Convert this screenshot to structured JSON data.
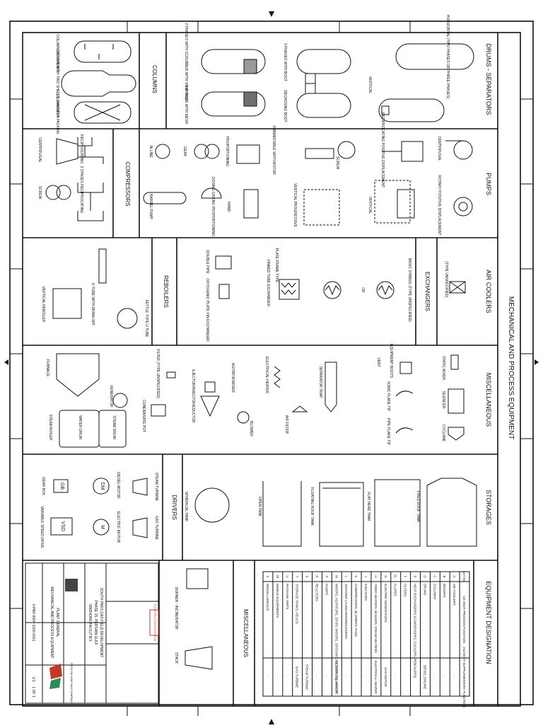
{
  "title": "MECHANICAL AND PROCESS EQUIPMENT",
  "sections": {
    "drums": {
      "title": "DRUMS - SEPARATORS",
      "labels": [
        "HORIZONTAL (TWO PHASES OR THREE PHASES)",
        "VERTICAL",
        "3 PHASES WITH BOOT",
        "DEGASSING BOOT",
        "2 PHASES WITH SCRUBBER WITH VANE PACK",
        "2 PHASES WITH MESH"
      ]
    },
    "columns": {
      "title": "COLUMNS",
      "labels": [
        "COLUMN WITH TRAYS",
        "COLUMN WITH TWO SHELLS DIAMETER",
        "COLUMN WITH PACKING"
      ]
    },
    "pumps": {
      "title": "PUMPS",
      "labels": [
        "CENTRIFUGAL",
        "ROTARY POSITIVE DISPLACEMENT",
        "RECIPROCATING POSITIVE DISPLACEMENT",
        "VERTICAL",
        "SCREW",
        "VERTICAL PROGRESSIVE",
        "SUBMERSIBLE WITH MOTOR",
        "HAND",
        "PROPORTIONING",
        "DOSING CASING PROPORTIONING",
        "GEAR",
        "IN LINE",
        "BARREL PUMP"
      ]
    },
    "compressors": {
      "title": "COMPRESSORS",
      "labels": [
        "CENTRIFUGAL",
        "RECIPROCATING",
        "SCREW",
        "2 STAGES RECIPROCATING"
      ]
    },
    "air_coolers": {
      "title": "AIR COOLERS",
      "labels": [
        "(TYPE UNSPECIFIED)"
      ]
    },
    "exchangers": {
      "title": "EXCHANGERS",
      "labels": [
        "BASIC SYMBOL (TYPE UNSPECIFIED)",
        "OR",
        "PLATE FRAME TYPE",
        "FINNED TUBE EXCHANGER",
        "DOUBLE PIPE",
        "CRYOGENIC PLATE FIN EXCHANGER"
      ]
    },
    "reboilers": {
      "title": "REBOILERS",
      "labels": [
        "KETTLE TYPE U TUBE",
        "U TUBE WITH DRAW-OFF",
        "VERTICAL REBOILER"
      ]
    },
    "miscellaneous": {
      "title": "MISCELLANEOUS",
      "labels": [
        "STATIC MIXER",
        "SILENCER",
        "CYCLONE",
        "EQUIPMENT BOOTS",
        "SONIC FLARE TIP",
        "PIPE FLARE TIP",
        "VENT",
        "SEPARATOR TRAP",
        "ELECTRICAL HEATER",
        "AIR FILTER",
        "AGITATOR/MIXER",
        "EJECTOR/INJECTOR/EDUCTOR",
        "BLOWER",
        "FILTER (TYPE UNSPECIFIED)",
        "CONDENSATE POT",
        "GENERATOR",
        "FURNACE",
        "STEAM DRUM",
        "WATER DRUM",
        "STEAM BOILER"
      ]
    },
    "storages": {
      "title": "STORAGES",
      "labels": [
        "FIXED ROOF TANK",
        "FLAT HEAD TANK",
        "FLOATING ROOF TANK",
        "OPEN TANK",
        "SPHERICAL TANK"
      ]
    },
    "drivers": {
      "title": "DRIVERS",
      "labels": [
        "STEAM TURBINE",
        "GAS TURBINE",
        "DIESEL MOTOR",
        "ELECTRIC MOTOR",
        "GEAR BOX",
        "VARIABLE SPEED DRIVE"
      ],
      "symbols": {
        "gb": "GB",
        "dm": "DM",
        "m": "M",
        "vsd": "VSD"
      }
    },
    "misc2": {
      "title": "MISCELLANEOUS",
      "labels": [
        "BURNER - INCINERATOR",
        "STACK"
      ]
    },
    "designation": {
      "title": "EQUIPMENT DESIGNATION",
      "headers": [
        "LETTER",
        "1st DIGIT PROCESS FUNCTION",
        "2nd DIGIT SUPPLEMENTARY FUNCTION"
      ],
      "rows": [
        [
          "A",
          "AIR COOLERS",
          "-"
        ],
        [
          "B",
          "BOILERS",
          "-"
        ],
        [
          "C",
          "COLUMNS",
          "-"
        ],
        [
          "D",
          "DRUMS",
          "DIESEL ENGINE"
        ],
        [
          "E",
          "HEAT EXCHANGERS (CONDENSERS, COOLERS, REBOILERS)",
          "-"
        ],
        [
          "F",
          "FILTERS",
          "-"
        ],
        [
          "FL",
          "FLARES",
          "-"
        ],
        [
          "G",
          "ELECTRIC GENERATORS",
          "GAS MOTOR"
        ],
        [
          "H",
          "FIRED HEATERS, BOILERS, STEAM HEATERS",
          "ELECTRICAL HEATER"
        ],
        [
          "J",
          "EJECTORS",
          "-"
        ],
        [
          "K",
          "COMPRESSORS, BLOWERS, FANS",
          "-"
        ],
        [
          "L",
          "SCRAPER LAUNCHERS/RECEIVERS",
          "-"
        ],
        [
          "M",
          "MIXERS, AGITATORS, STATIC MIXERS, STATIONS AND MISC EQUIPMENT",
          "ELECTRICAL MOTOR"
        ],
        [
          "P",
          "PUMPS",
          "-"
        ],
        [
          "R",
          "REACTORS",
          "-"
        ],
        [
          "S",
          "-",
          "STEAM TURBINE"
        ],
        [
          "T",
          "STORAGE TANKS, HELIOS",
          "GAS TURBINE"
        ],
        [
          "U",
          "PACKAGE UNITS",
          "-"
        ],
        [
          "W",
          "MOBILE EQUIPMENTS",
          "-"
        ],
        [
          "X",
          "MISCELLANEOUS",
          "-"
        ]
      ]
    }
  },
  "title_block": {
    "stamp": "CONSTRUCTION PURPOSE",
    "lines": [
      "SOUTH PARS GAS FIELD DEVELOPMENT",
      "PHASE 15, PERSIAN GULF",
      "ONSHORE FACILITIES",
      "PLANT GENERAL",
      "MECHANICAL AND PROCESS EQUIPMENT"
    ],
    "doc_no": "0-PAR-8004-1000-0001",
    "logo": "PARS OIL AND GAS COMPANY",
    "scale": "1/1",
    "sheet": "1 OF 1"
  }
}
